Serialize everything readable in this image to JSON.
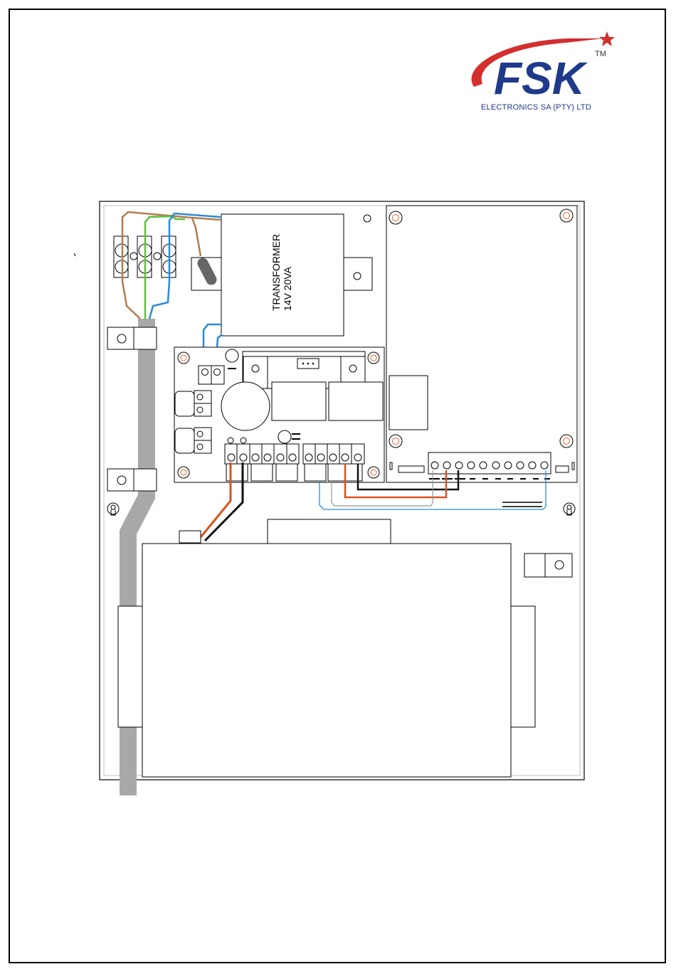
{
  "logo": {
    "brand": "FSK",
    "tm": "TM",
    "subtitle": "ELECTRONICS SA (PTY) LTD",
    "colors": {
      "brand_blue": "#1f3a8a",
      "swoosh_red": "#d32f2f"
    }
  },
  "transformer": {
    "line1": "TRANSFORMER",
    "line2": "14V 20VA"
  },
  "colors": {
    "wire_brown": "#b07c4f",
    "wire_green": "#5fbf3f",
    "wire_blue": "#2a8bd6",
    "wire_red": "#d9531e",
    "wire_black": "#111111",
    "cable_grey": "#a8a8a8",
    "line": "#000000"
  }
}
